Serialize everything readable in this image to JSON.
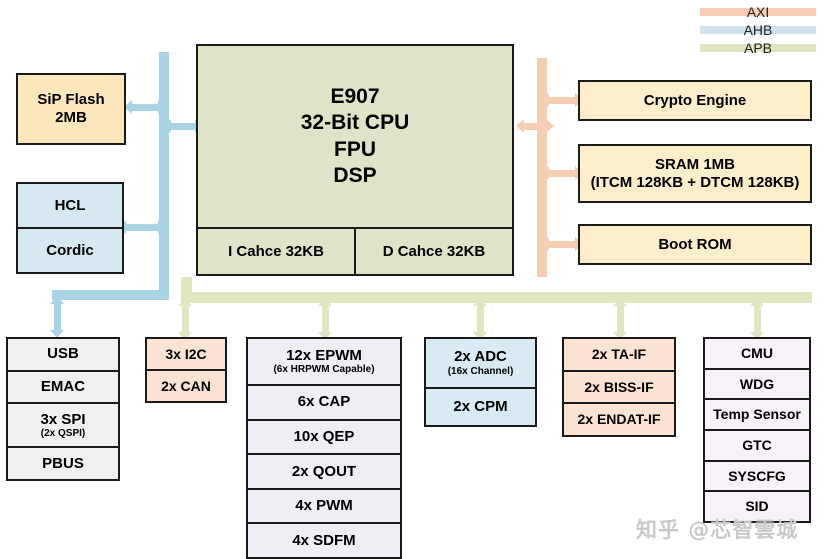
{
  "legend": {
    "items": [
      {
        "label": "AXI",
        "color": "#f7cdb4"
      },
      {
        "label": "AHB",
        "color": "#a9d4e6"
      },
      {
        "label": "APB",
        "color": "#dfe7c0"
      }
    ]
  },
  "cpu": {
    "line1": "E907",
    "line2": "32-Bit CPU",
    "line3": "FPU",
    "line4": "DSP",
    "icache": "I Cahce 32KB",
    "dcache": "D Cahce 32KB",
    "color": "#dfe3c8"
  },
  "left": {
    "flash": {
      "line1": "SiP Flash",
      "line2": "2MB",
      "color": "#fbe7bb"
    },
    "accel": {
      "rows": [
        {
          "label": "HCL"
        },
        {
          "label": "Cordic"
        }
      ],
      "color": "#d6e8f2"
    }
  },
  "right": {
    "blocks": [
      {
        "line1": "Crypto Engine",
        "line2": "",
        "color": "#fdeecb"
      },
      {
        "line1": "SRAM 1MB",
        "line2": "(ITCM 128KB + DTCM 128KB)",
        "color": "#fdeecb"
      },
      {
        "line1": "Boot ROM",
        "line2": "",
        "color": "#fdeecb"
      }
    ]
  },
  "peripherals": {
    "columns": [
      {
        "name": "comms",
        "bus": "AHB",
        "color": "#f0f0f0",
        "rows": [
          {
            "label": "USB",
            "sub": ""
          },
          {
            "label": "EMAC",
            "sub": ""
          },
          {
            "label": "3x SPI",
            "sub": "(2x QSPI)"
          },
          {
            "label": "PBUS",
            "sub": ""
          }
        ]
      },
      {
        "name": "serial",
        "bus": "APB",
        "color": "#fae3d2",
        "rows": [
          {
            "label": "3x I2C",
            "sub": ""
          },
          {
            "label": "2x CAN",
            "sub": ""
          }
        ]
      },
      {
        "name": "pwm",
        "bus": "APB",
        "color": "#efeef4",
        "rows": [
          {
            "label": "12x EPWM",
            "sub": "(6x HRPWM Capable)"
          },
          {
            "label": "6x CAP",
            "sub": ""
          },
          {
            "label": "10x QEP",
            "sub": ""
          },
          {
            "label": "2x QOUT",
            "sub": ""
          },
          {
            "label": "4x PWM",
            "sub": ""
          },
          {
            "label": "4x SDFM",
            "sub": ""
          }
        ]
      },
      {
        "name": "analog",
        "bus": "APB",
        "color": "#d8eaf4",
        "rows": [
          {
            "label": "2x ADC",
            "sub": "(16x Channel)"
          },
          {
            "label": "2x CPM",
            "sub": ""
          }
        ]
      },
      {
        "name": "encoder",
        "bus": "APB",
        "color": "#fae3d2",
        "rows": [
          {
            "label": "2x TA-IF",
            "sub": ""
          },
          {
            "label": "2x BISS-IF",
            "sub": ""
          },
          {
            "label": "2x ENDAT-IF",
            "sub": ""
          }
        ]
      },
      {
        "name": "system",
        "bus": "APB",
        "color": "#f7f2f7",
        "rows": [
          {
            "label": "CMU",
            "sub": ""
          },
          {
            "label": "WDG",
            "sub": ""
          },
          {
            "label": "Temp Sensor",
            "sub": ""
          },
          {
            "label": "GTC",
            "sub": ""
          },
          {
            "label": "SYSCFG",
            "sub": ""
          },
          {
            "label": "SID",
            "sub": ""
          }
        ]
      }
    ]
  },
  "watermark": {
    "text": "知乎 @芯智雲城"
  }
}
